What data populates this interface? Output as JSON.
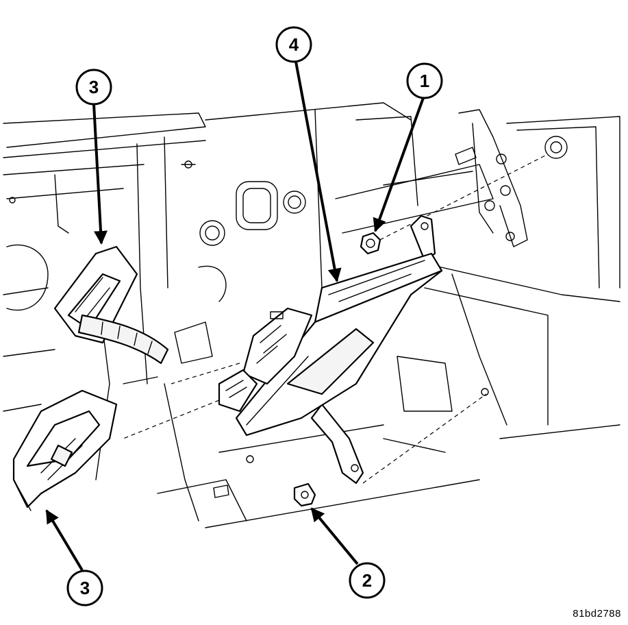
{
  "diagram": {
    "callouts": [
      {
        "id": "c1",
        "label": "1"
      },
      {
        "id": "c2",
        "label": "2"
      },
      {
        "id": "c3a",
        "label": "3"
      },
      {
        "id": "c3b",
        "label": "3"
      },
      {
        "id": "c4",
        "label": "4"
      }
    ],
    "reference_code": "81bd2788"
  }
}
